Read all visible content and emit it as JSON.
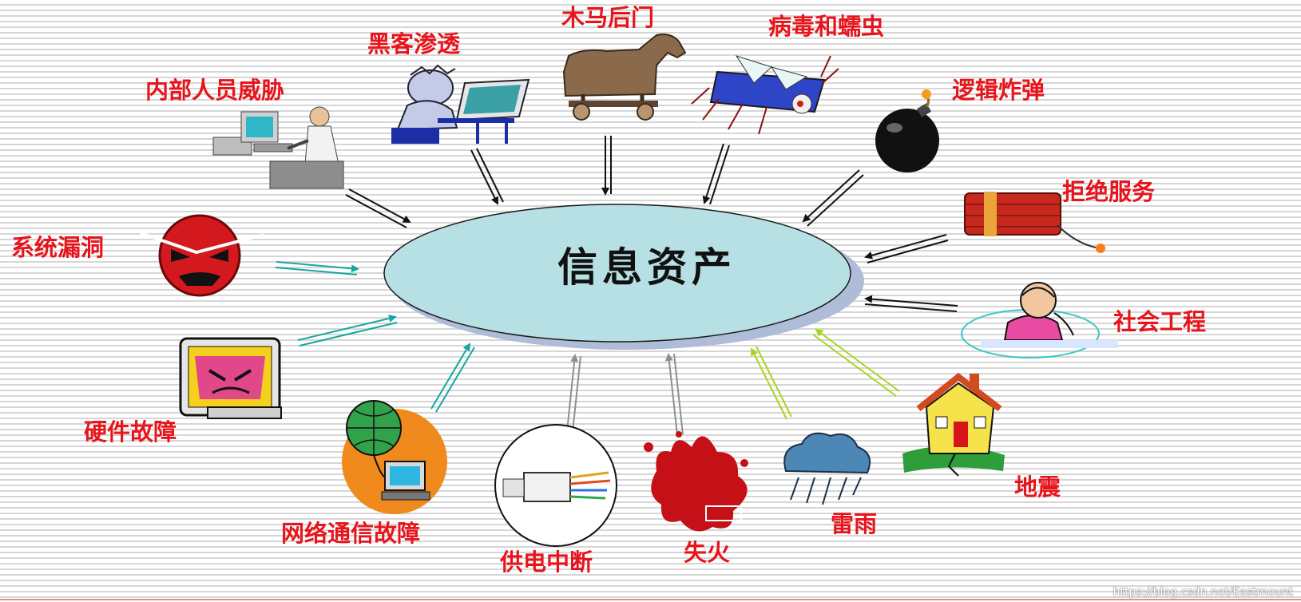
{
  "center": {
    "label": "信息资产"
  },
  "threats": {
    "insider": "内部人员威胁",
    "hacker": "黑客渗透",
    "trojan": "木马后门",
    "virus": "病毒和蠕虫",
    "logic_bomb": "逻辑炸弹",
    "dos": "拒绝服务",
    "vuln": "系统漏洞",
    "social": "社会工程",
    "hardware": "硬件故障",
    "network": "网络通信故障",
    "power": "供电中断",
    "fire": "失火",
    "thunder": "雷雨",
    "quake": "地震"
  },
  "colors": {
    "label": "#e8141c",
    "ellipse_fill": "#b6e0e3",
    "ellipse_shadow": "#aebcd8",
    "arrow_human": "#111111",
    "arrow_system": "#15a7a2",
    "arrow_power": "#8f8f8f",
    "arrow_nature": "#a9d51e"
  },
  "footer": {
    "watermark": "https://blog.csdn.net/Eastmount"
  }
}
